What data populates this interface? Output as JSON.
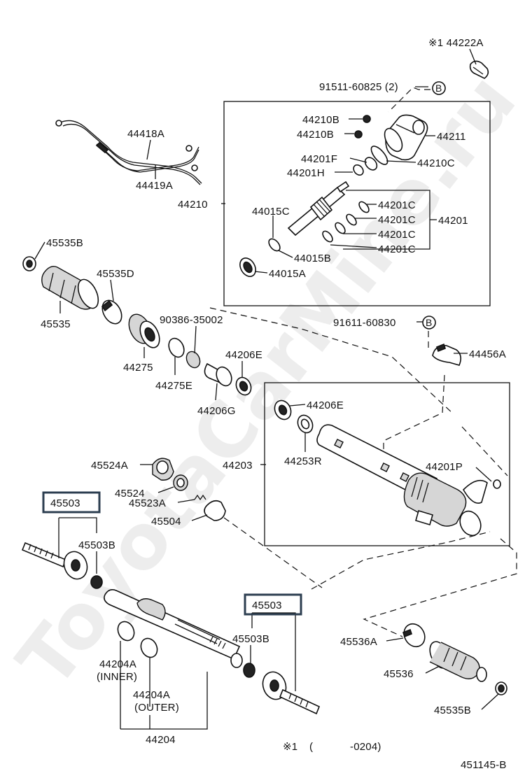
{
  "watermark": "ToyotaCarMine.ru",
  "footer": {
    "note_mark": "※1",
    "note_paren_open": "(",
    "note_range": "-0204)",
    "diagram_code": "451145-B"
  },
  "labels": {
    "p44222A": "※1 44222A",
    "p91511": "91511-60825 (2)",
    "circle_b_1": "B",
    "p44210B_1": "44210B",
    "p44210B_2": "44210B",
    "p44211": "44211",
    "p44201F": "44201F",
    "p44210C": "44210C",
    "p44201H": "44201H",
    "p44418A": "44418A",
    "p44419A": "44419A",
    "p44210": "44210",
    "p44015C": "44015C",
    "p44201C_1": "44201C",
    "p44201C_2": "44201C",
    "p44201C_3": "44201C",
    "p44201C_4": "44201C",
    "p44201": "44201",
    "p44015B": "44015B",
    "p44015A": "44015A",
    "p45535B_top": "45535B",
    "p45535D": "45535D",
    "p45535": "45535",
    "p90386": "90386-35002",
    "p91611": "91611-60830",
    "circle_b_2": "B",
    "p44275": "44275",
    "p44275E": "44275E",
    "p44206E_1": "44206E",
    "p44206G": "44206G",
    "p44456A": "44456A",
    "p44206E_2": "44206E",
    "p44203": "44203",
    "p44253R": "44253R",
    "p45524A": "45524A",
    "p45524": "45524",
    "p45523A": "45523A",
    "p45504": "45504",
    "p44201P": "44201P",
    "p45503_left": "45503",
    "p45503B_left": "45503B",
    "p45503_right": "45503",
    "p45503B_right": "45503B",
    "p44204A_inner": "44204A",
    "inner_tag": "(INNER)",
    "p44204A_outer": "44204A",
    "outer_tag": "(OUTER)",
    "p44204": "44204",
    "p45536A": "45536A",
    "p45536": "45536",
    "p45535B_bottom": "45535B"
  }
}
